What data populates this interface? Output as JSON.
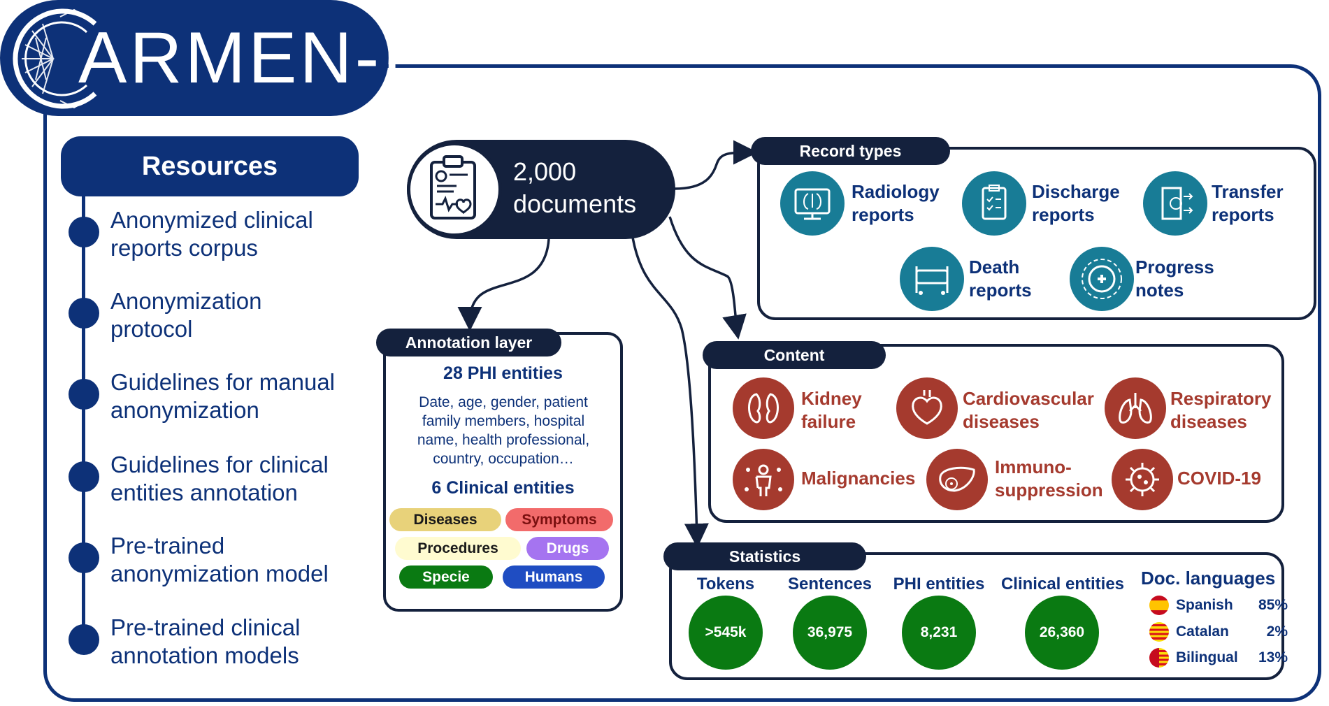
{
  "title": "ARMEN-I",
  "resources": {
    "header": "Resources",
    "items": [
      {
        "line1": "Anonymized clinical",
        "line2": "reports corpus"
      },
      {
        "line1": "Anonymization",
        "line2": "protocol"
      },
      {
        "line1": "Guidelines for manual",
        "line2": "anonymization"
      },
      {
        "line1": "Guidelines for clinical",
        "line2": "entities annotation"
      },
      {
        "line1": "Pre-trained",
        "line2": "anonymization model"
      },
      {
        "line1": "Pre-trained clinical",
        "line2": "annotation models"
      }
    ]
  },
  "documents": {
    "count": "2,000",
    "label": "documents"
  },
  "annotation": {
    "label": "Annotation layer",
    "phi_title": "28 PHI entities",
    "phi_desc_lines": [
      "Date, age, gender, patient",
      "family members, hospital",
      "name, health professional,",
      "country, occupation…"
    ],
    "clinical_title": "6 Clinical entities",
    "tags": [
      {
        "name": "Diseases",
        "bg": "#e8d27a",
        "color": "#1a1a1a"
      },
      {
        "name": "Symptoms",
        "bg": "#f26b6b",
        "color": "#7a1010"
      },
      {
        "name": "Procedures",
        "bg": "#fffbd0",
        "color": "#1a1a1a"
      },
      {
        "name": "Drugs",
        "bg": "#a574f0",
        "color": "#ffffff"
      },
      {
        "name": "Specie",
        "bg": "#0a7a12",
        "color": "#ffffff"
      },
      {
        "name": "Humans",
        "bg": "#1f4dc2",
        "color": "#ffffff"
      }
    ]
  },
  "record_types": {
    "label": "Record types",
    "items": [
      {
        "line1": "Radiology",
        "line2": "reports",
        "icon": "radiology-monitor-icon"
      },
      {
        "line1": "Discharge",
        "line2": "reports",
        "icon": "clipboard-checklist-icon"
      },
      {
        "line1": "Transfer",
        "line2": "reports",
        "icon": "door-exit-icon"
      },
      {
        "line1": "Death",
        "line2": "reports",
        "icon": "hospital-bed-icon"
      },
      {
        "line1": "Progress",
        "line2": "notes",
        "icon": "medical-cross-icon"
      }
    ],
    "color": "#187c96"
  },
  "content": {
    "label": "Content",
    "items": [
      {
        "line1": "Kidney",
        "line2": "failure",
        "icon": "kidney-icon"
      },
      {
        "line1": "Cardiovascular",
        "line2": "diseases",
        "icon": "heart-icon"
      },
      {
        "line1": "Respiratory",
        "line2": "diseases",
        "icon": "lungs-icon"
      },
      {
        "line1": "Malignancies",
        "line2": "",
        "icon": "person-cancer-icon"
      },
      {
        "line1": "Immuno-",
        "line2": "suppression",
        "icon": "liver-icon"
      },
      {
        "line1": "COVID-19",
        "line2": "",
        "icon": "virus-icon"
      }
    ],
    "color": "#a53a2e"
  },
  "statistics": {
    "label": "Statistics",
    "items": [
      {
        "head": "Tokens",
        "value": ">545k"
      },
      {
        "head": "Sentences",
        "value": "36,975"
      },
      {
        "head": "PHI entities",
        "value": "8,231"
      },
      {
        "head": "Clinical entities",
        "value": "26,360"
      }
    ],
    "languages_title": "Doc. languages",
    "languages": [
      {
        "name": "Spanish",
        "pct": "85%"
      },
      {
        "name": "Catalan",
        "pct": "2%"
      },
      {
        "name": "Bilingual",
        "pct": "13%"
      }
    ]
  }
}
